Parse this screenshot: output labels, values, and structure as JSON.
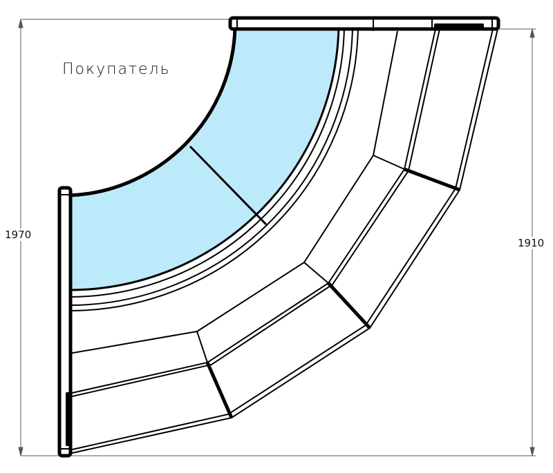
{
  "labels": {
    "buyer_side": "Покупатель",
    "height_left": "1970",
    "height_right": "1910"
  },
  "colors": {
    "glass": "#bdeafa",
    "line": "#000000",
    "dimension": "#555555"
  }
}
